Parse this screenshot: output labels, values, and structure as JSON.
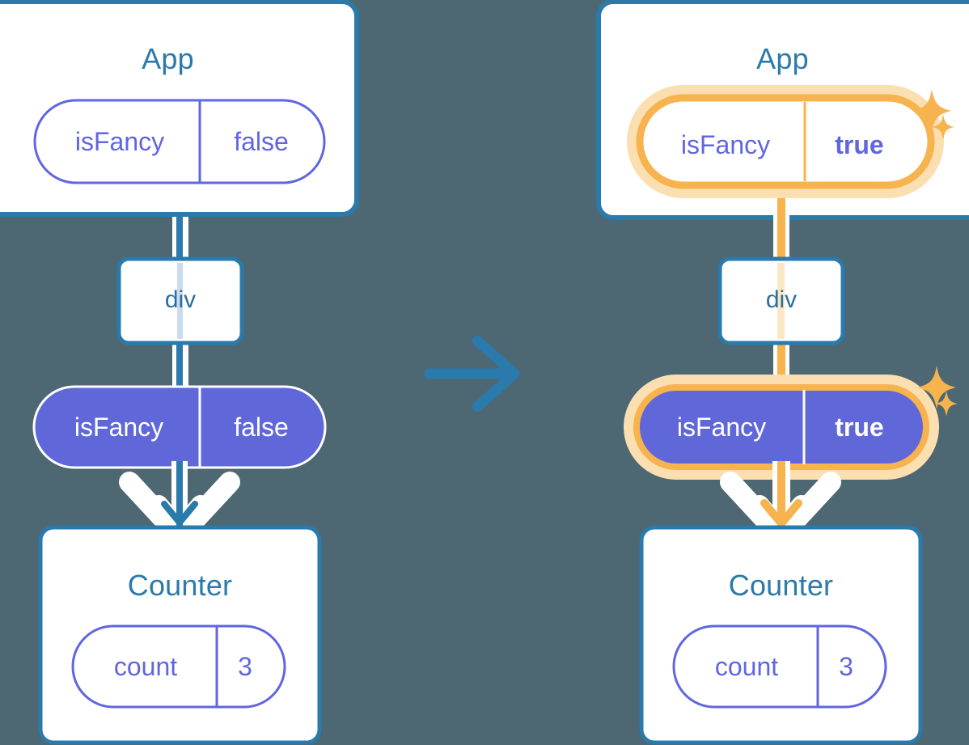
{
  "meta": {
    "title": "React state update propagation diagram",
    "background_color": "#4d6773",
    "colors": {
      "box_border": "#2a7aab",
      "box_fill": "#ffffff",
      "title_text": "#2a7aab",
      "pill_stroke": "#6066e0",
      "pill_text": "#6066e0",
      "pill_fill_active": "#6067d9",
      "pill_text_on_fill": "#ffffff",
      "highlight": "#f7b34e",
      "highlight_glow": "#fbdfb0",
      "connector_white": "#ffffff",
      "transition_arrow": "#2a7aab"
    }
  },
  "transition": {
    "arrow_icon": "arrow-right-icon",
    "direction": "right"
  },
  "panels": [
    {
      "id": "before",
      "app": {
        "title": "App",
        "state_pill": {
          "key": "isFancy",
          "value": "false",
          "style": "outline",
          "highlighted": false,
          "bold_value": false
        }
      },
      "div": {
        "title": "div"
      },
      "prop_pill": {
        "key": "isFancy",
        "value": "false",
        "style": "filled",
        "highlighted": false,
        "bold_value": false
      },
      "counter": {
        "title": "Counter",
        "state_pill": {
          "key": "count",
          "value": "3",
          "style": "outline",
          "highlighted": false,
          "bold_value": false
        }
      },
      "sparkles": []
    },
    {
      "id": "after",
      "app": {
        "title": "App",
        "state_pill": {
          "key": "isFancy",
          "value": "true",
          "style": "outline",
          "highlighted": true,
          "bold_value": true
        }
      },
      "div": {
        "title": "div"
      },
      "prop_pill": {
        "key": "isFancy",
        "value": "true",
        "style": "filled",
        "highlighted": true,
        "bold_value": true
      },
      "counter": {
        "title": "Counter",
        "state_pill": {
          "key": "count",
          "value": "3",
          "style": "outline",
          "highlighted": false,
          "bold_value": false
        }
      },
      "sparkles": [
        {
          "name": "sparkle-app-pill",
          "big": true
        },
        {
          "name": "sparkle-prop-pill",
          "big": true
        }
      ]
    }
  ]
}
